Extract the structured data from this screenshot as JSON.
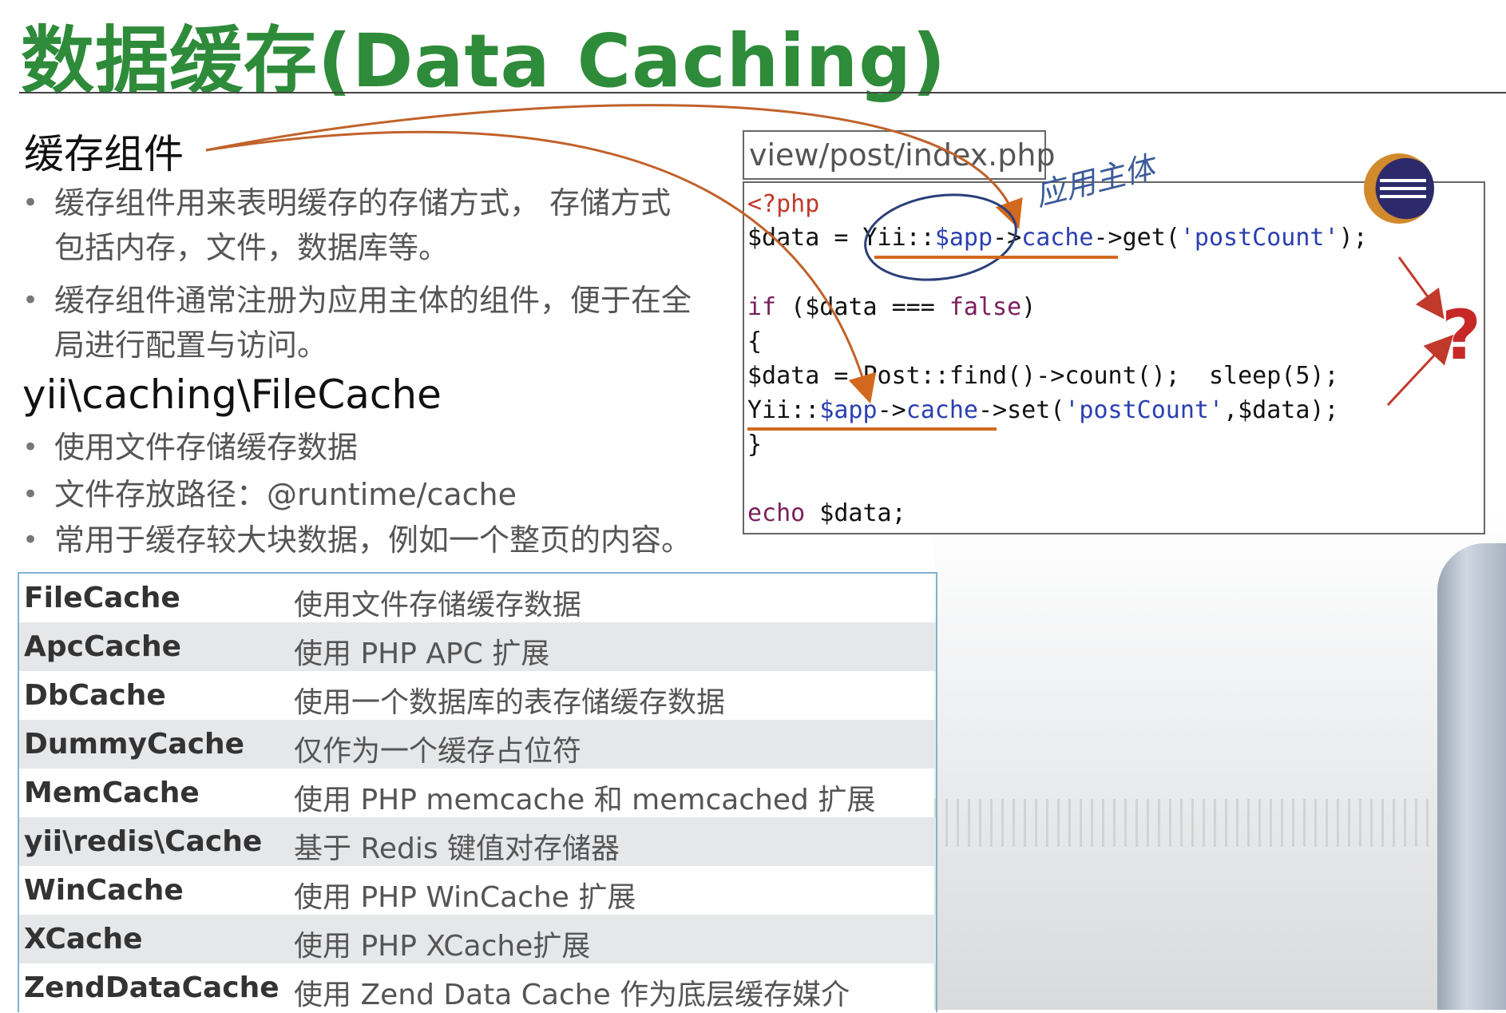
{
  "slide": {
    "title": "数据缓存(Data Caching)",
    "section1": {
      "heading": "缓存组件",
      "bullets": [
        "缓存组件用来表明缓存的存储方式， 存储方式",
        "包括内存，文件，数据库等。",
        "缓存组件通常注册为应用主体的组件，便于在全",
        "局进行配置与访问。"
      ]
    },
    "section2": {
      "heading": "yii\\caching\\FileCache",
      "bullets": [
        "使用文件存储缓存数据",
        "文件存放路径：@runtime/cache",
        "常用于缓存较大块数据，例如一个整页的内容。"
      ]
    },
    "bullet_glyph": "•"
  },
  "code_panel": {
    "tab_label": "view/post/index.php",
    "lines": {
      "l1": "<?php",
      "l2a": "$data = Yii::",
      "l2b": "$app",
      "l2c": "->",
      "l2d": "cache",
      "l2e": "->get(",
      "l2f": "'postCount'",
      "l2g": ");",
      "l3a": "if",
      "l3b": " ($data === ",
      "l3c": "false",
      "l3d": ")",
      "l4": "{",
      "l5": "$data = Post::find()->count();  sleep(5);",
      "l6a": "Yii::",
      "l6b": "$app",
      "l6c": "->",
      "l6d": "cache",
      "l6e": "->set(",
      "l6f": "'postCount'",
      "l6g": ",$data);",
      "l7": "}",
      "l8a": "echo",
      "l8b": " $data;"
    },
    "annotation": "应用主体",
    "question_mark": "?",
    "icon": "eclipse-icon"
  },
  "cache_table": {
    "rows": [
      {
        "name": "FileCache",
        "desc": "使用文件存储缓存数据"
      },
      {
        "name": "ApcCache",
        "desc": "使用 PHP APC 扩展"
      },
      {
        "name": "DbCache",
        "desc": "使用一个数据库的表存储缓存数据"
      },
      {
        "name": "DummyCache",
        "desc": "仅作为一个缓存占位符"
      },
      {
        "name": "MemCache",
        "desc": "使用 PHP memcache 和 memcached 扩展"
      },
      {
        "name": "yii\\redis\\Cache",
        "desc": "基于 Redis 键值对存储器"
      },
      {
        "name": "WinCache",
        "desc": "使用 PHP WinCache 扩展"
      },
      {
        "name": "XCache",
        "desc": "使用 PHP XCache扩展"
      },
      {
        "name": "ZendDataCache",
        "desc": "使用 Zend Data Cache 作为底层缓存媒介"
      }
    ]
  },
  "colors": {
    "title": "#2e8b3a",
    "keyword": "#7a1f5c",
    "variable": "#2a3fb0",
    "underline": "#d2691e",
    "arrow": "#c0392b"
  }
}
